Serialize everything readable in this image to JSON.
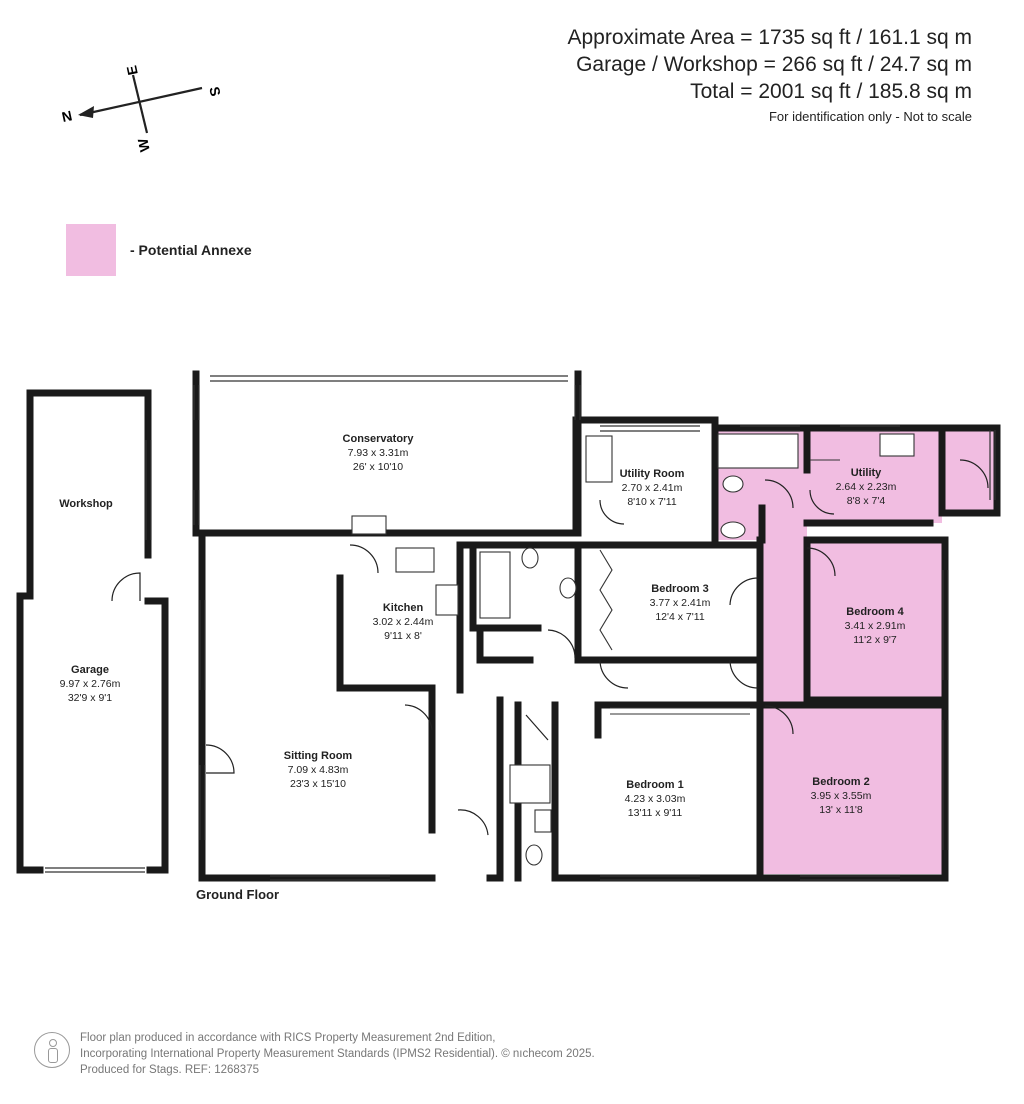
{
  "summary": {
    "area_line": "Approximate Area = 1735 sq ft / 161.1 sq m",
    "garage_line": "Garage / Workshop = 266 sq ft / 24.7 sq m",
    "total_line": "Total = 2001 sq ft / 185.8 sq m",
    "note": "For identification only - Not to scale"
  },
  "compass": {
    "n": "N",
    "e": "E",
    "s": "S",
    "w": "W"
  },
  "legend": {
    "label": "- Potential Annexe",
    "color": "#f1bde1"
  },
  "rooms": {
    "workshop": {
      "name": "Workshop"
    },
    "garage": {
      "name": "Garage",
      "metric": "9.97 x 2.76m",
      "imperial": "32'9 x 9'1"
    },
    "conservatory": {
      "name": "Conservatory",
      "metric": "7.93 x 3.31m",
      "imperial": "26' x 10'10"
    },
    "utility_room": {
      "name": "Utility Room",
      "metric": "2.70 x 2.41m",
      "imperial": "8'10 x 7'11"
    },
    "utility": {
      "name": "Utility",
      "metric": "2.64 x 2.23m",
      "imperial": "8'8 x 7'4"
    },
    "kitchen": {
      "name": "Kitchen",
      "metric": "3.02 x 2.44m",
      "imperial": "9'11 x 8'"
    },
    "bedroom3": {
      "name": "Bedroom 3",
      "metric": "3.77 x 2.41m",
      "imperial": "12'4 x 7'11"
    },
    "bedroom4": {
      "name": "Bedroom 4",
      "metric": "3.41 x 2.91m",
      "imperial": "11'2 x 9'7"
    },
    "sitting_room": {
      "name": "Sitting Room",
      "metric": "7.09 x 4.83m",
      "imperial": "23'3 x 15'10"
    },
    "bedroom1": {
      "name": "Bedroom 1",
      "metric": "4.23 x 3.03m",
      "imperial": "13'11 x 9'11"
    },
    "bedroom2": {
      "name": "Bedroom 2",
      "metric": "3.95 x 3.55m",
      "imperial": "13' x 11'8"
    }
  },
  "floor_label": "Ground Floor",
  "footer": {
    "line1": "Floor plan produced in accordance with RICS Property Measurement 2nd Edition,",
    "line2": "Incorporating International Property Measurement Standards (IPMS2 Residential).  © nıchecom 2025.",
    "line3": "Produced for Stags.   REF:  1268375"
  },
  "colors": {
    "wall": "#1a1a1a",
    "annexe": "#f1bde1"
  }
}
